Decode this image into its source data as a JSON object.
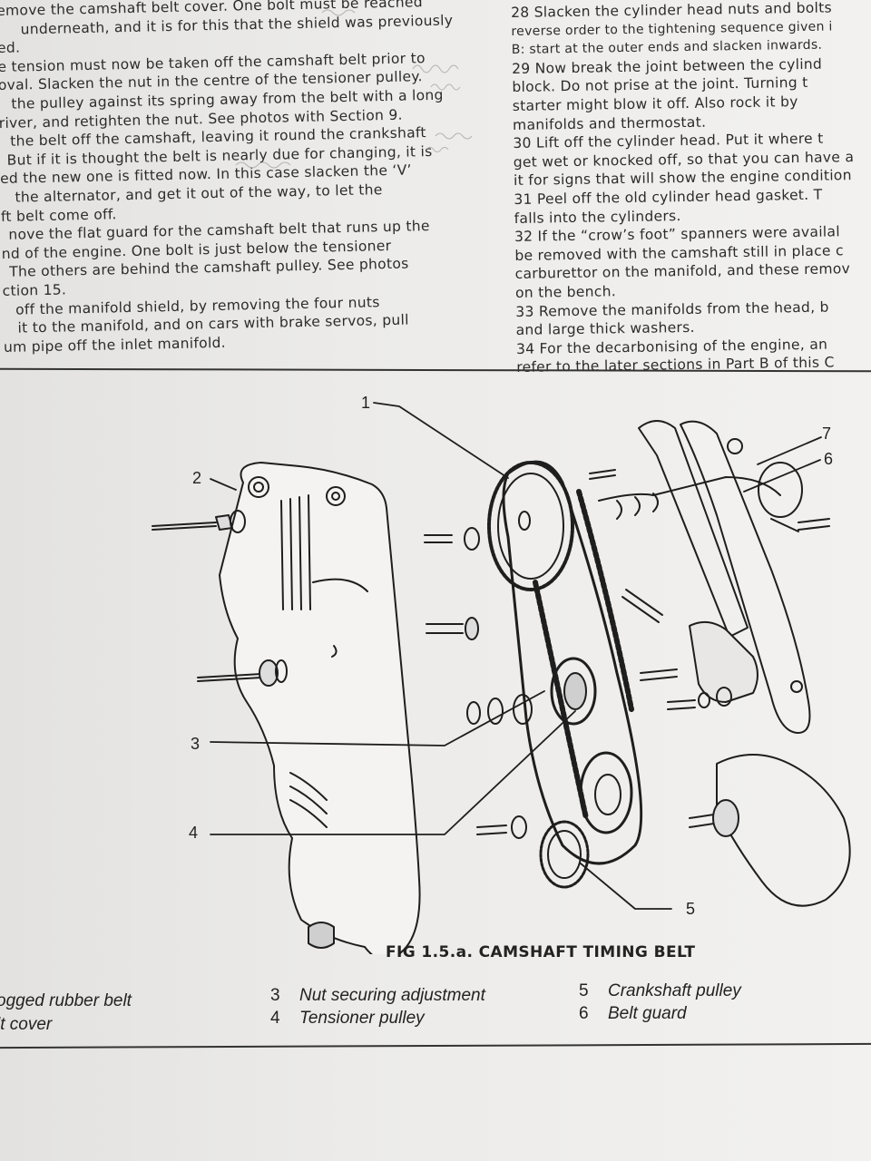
{
  "left_column": [
    "emove the camshaft belt cover. One bolt must be reached",
    "underneath, and it is for this that the shield was previously",
    "ed.",
    "e tension must now be taken off the camshaft belt prior to",
    "oval. Slacken the nut in the centre of the tensioner pulley.",
    "the pulley against its spring away from the belt with a long",
    "river, and retighten the nut. See photos with Section 9.",
    "the belt off the camshaft, leaving it round the crankshaft",
    "But if it is thought the belt is nearly due for changing, it is",
    "ed the new one is fitted now. In this case slacken the ‘V’",
    "the alternator, and get it out of the way, to let the",
    "ft belt come off.",
    "nove the flat guard for the camshaft belt that runs up the",
    "nd of the engine. One bolt is just below the tensioner",
    "The others are behind the camshaft pulley. See photos",
    "ction 15.",
    "off the manifold shield, by removing the four nuts",
    "it to the manifold, and on cars with brake servos, pull",
    "um pipe off the inlet manifold."
  ],
  "right_column": [
    "28 Slacken the cylinder head nuts and bolts",
    "reverse order to the tightening sequence given i",
    "B: start at the outer ends and slacken inwards.",
    "29 Now break the joint between the cylind",
    "block. Do not prise at the joint. Turning t",
    "starter might blow it off. Also rock it by",
    "manifolds and thermostat.",
    "30 Lift off the cylinder head. Put it where t",
    "get wet or knocked off, so that you can have a",
    "it for signs that will show the engine condition",
    "31 Peel off the old cylinder head gasket. T",
    "falls into the cylinders.",
    "32 If the “crow’s foot” spanners were availal",
    "be removed with the camshaft still in place c",
    "carburettor on the manifold, and these remov",
    "on the bench.",
    "33 Remove the manifolds from the head, b",
    "and large thick washers.",
    "34 For the decarbonising of the engine, an",
    "refer to the later sections in Part B of this C"
  ],
  "figure": {
    "caption": "FIG 1.5.a. CAMSHAFT TIMING BELT",
    "callouts": [
      "1",
      "2",
      "3",
      "4",
      "5",
      "6",
      "7"
    ]
  },
  "legend": [
    {
      "num": "",
      "text": "ogged rubber belt"
    },
    {
      "num": "",
      "text": "lt cover"
    },
    {
      "num": "3",
      "text": "Nut securing adjustment"
    },
    {
      "num": "4",
      "text": "Tensioner pulley"
    },
    {
      "num": "5",
      "text": "Crankshaft pulley"
    },
    {
      "num": "6",
      "text": "Belt guard"
    }
  ]
}
